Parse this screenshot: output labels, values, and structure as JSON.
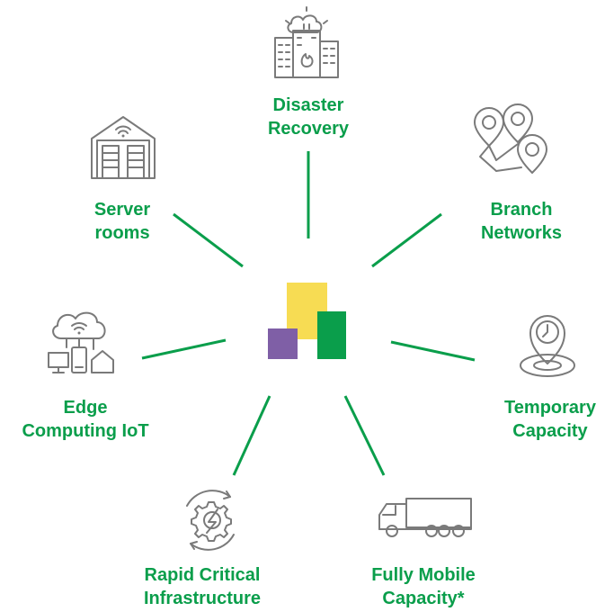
{
  "nodes": [
    {
      "id": "disaster-recovery",
      "lines": [
        "Disaster",
        "Recovery"
      ],
      "icon": "burning-building-cloud-icon"
    },
    {
      "id": "branch-networks",
      "lines": [
        "Branch",
        "Networks"
      ],
      "icon": "map-pins-icon"
    },
    {
      "id": "temporary-capacity",
      "lines": [
        "Temporary",
        "Capacity"
      ],
      "icon": "location-clock-icon"
    },
    {
      "id": "fully-mobile-capacity",
      "lines": [
        "Fully Mobile",
        "Capacity*"
      ],
      "icon": "truck-icon"
    },
    {
      "id": "rapid-critical-infrastructure",
      "lines": [
        "Rapid Critical",
        "Infrastructure"
      ],
      "icon": "gear-lightning-icon"
    },
    {
      "id": "edge-computing-iot",
      "lines": [
        "Edge",
        "Computing IoT"
      ],
      "icon": "cloud-devices-icon"
    },
    {
      "id": "server-rooms",
      "lines": [
        "Server",
        "rooms"
      ],
      "icon": "server-room-icon"
    }
  ],
  "colors": {
    "label": "#0a9e4b",
    "line": "#0a9e4b",
    "icon": "#7a7a7a",
    "logo_yellow": "#f7dc53",
    "logo_green": "#0a9e4b",
    "logo_purple": "#7f5fa6"
  },
  "center": {
    "icon": "logo-blocks-icon"
  }
}
